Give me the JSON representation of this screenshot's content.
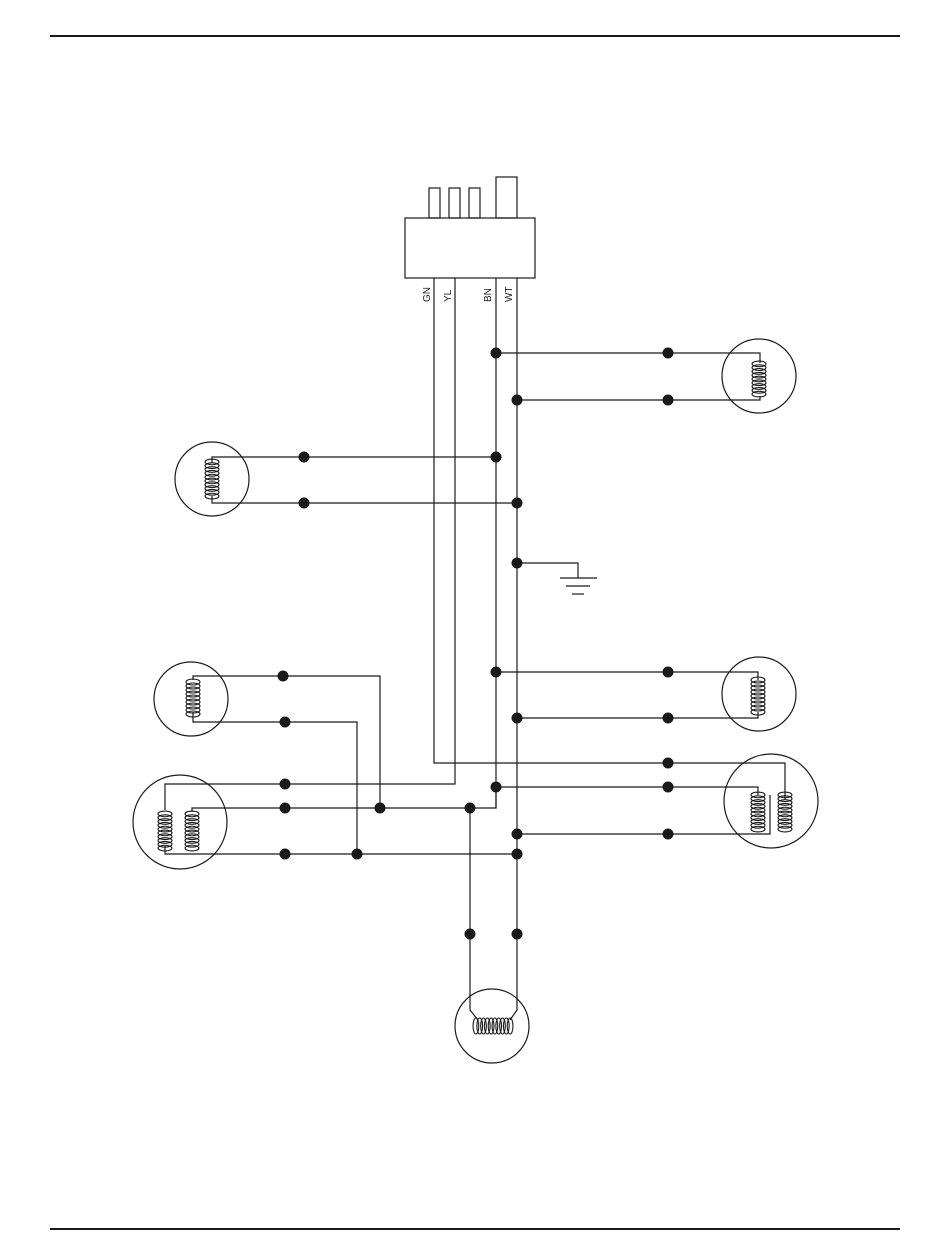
{
  "connector": {
    "wire_labels": [
      "GN",
      "YL",
      "BN",
      "WT"
    ]
  },
  "colors": {
    "ink": "#1a1a1a",
    "background": "#ffffff"
  },
  "icons": {
    "coil": "coil-icon",
    "ground": "ground-icon",
    "connector": "connector-icon"
  }
}
